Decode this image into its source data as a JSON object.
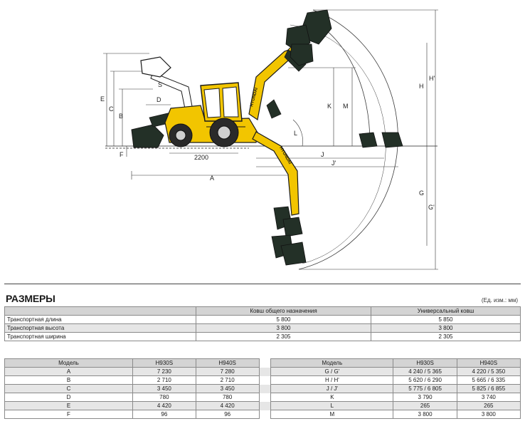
{
  "diagram": {
    "labels": {
      "A": "A",
      "B": "B",
      "C": "C",
      "D": "D",
      "E": "E",
      "F": "F",
      "G": "G",
      "G2": "G'",
      "H": "H",
      "H2": "H'",
      "J": "J",
      "J2": "J'",
      "K": "K",
      "L": "L",
      "M": "M",
      "S": "S",
      "wheelbase": "2200"
    },
    "brand_text": "HYUNDAI",
    "colors": {
      "body": "#f2c500",
      "outline": "#1a1a1a",
      "bucket": "#233027",
      "tire": "#2a2a2a"
    }
  },
  "section": {
    "title": "РАЗМЕРЫ",
    "units_note": "(Ед. изм.: мм)"
  },
  "transport": {
    "headers": [
      "",
      "Ковш общего назначения",
      "Универсальный ковш"
    ],
    "rows": [
      {
        "label": "Транспортная длина",
        "general": "5 800",
        "universal": "5 850"
      },
      {
        "label": "Транспортная высота",
        "general": "3 800",
        "universal": "3 800"
      },
      {
        "label": "Транспортная ширина",
        "general": "2 305",
        "universal": "2 305"
      }
    ]
  },
  "dimensions": {
    "headers": [
      "Модель",
      "H930S",
      "H940S",
      "Модель",
      "H930S",
      "H940S"
    ],
    "rows": [
      [
        "A",
        "7 230",
        "7 280",
        "G / G'",
        "4 240 / 5 365",
        "4 220 / 5 350"
      ],
      [
        "B",
        "2 710",
        "2 710",
        "H / H'",
        "5 620 / 6 290",
        "5 665 / 6 335"
      ],
      [
        "C",
        "3 450",
        "3 450",
        "J / J'",
        "5 775 / 6 805",
        "5 825 / 6 855"
      ],
      [
        "D",
        "780",
        "780",
        "K",
        "3 790",
        "3 740"
      ],
      [
        "E",
        "4 420",
        "4 420",
        "L",
        "265",
        "265"
      ],
      [
        "F",
        "96",
        "96",
        "M",
        "3 800",
        "3 800"
      ]
    ]
  }
}
